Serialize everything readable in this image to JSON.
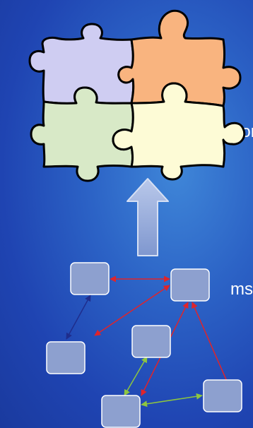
{
  "labels": {
    "top_fragment": "ation",
    "bottom_fragment": "ms"
  },
  "puzzle": {
    "pieces": [
      {
        "name": "purple",
        "color": "#cfcdf2"
      },
      {
        "name": "orange",
        "color": "#f9b47f"
      },
      {
        "name": "green",
        "color": "#d8e9c7"
      },
      {
        "name": "yellow",
        "color": "#fdfbd6"
      }
    ]
  },
  "arrow": {
    "color": "#8fa7d8",
    "direction": "up"
  },
  "network": {
    "node_color": "#8da0cf",
    "edges": [
      {
        "from": "n1",
        "to": "n2",
        "color": "#e0242a",
        "directed": "both"
      },
      {
        "from": "n1",
        "to": "n4",
        "color": "#1f2d8c",
        "directed": "both"
      },
      {
        "from": "n2",
        "to": "n5",
        "color": "#e0242a",
        "directed": "both"
      },
      {
        "from": "n2",
        "to": "n6",
        "color": "#e0242a",
        "directed": "both"
      },
      {
        "from": "n2",
        "to": "n7",
        "color": "#e0242a",
        "directed": "both"
      },
      {
        "from": "n3",
        "to": "n7",
        "color": "#8ec63f",
        "directed": "both"
      },
      {
        "from": "n7",
        "to": "n6",
        "color": "#8ec63f",
        "directed": "both"
      }
    ]
  }
}
